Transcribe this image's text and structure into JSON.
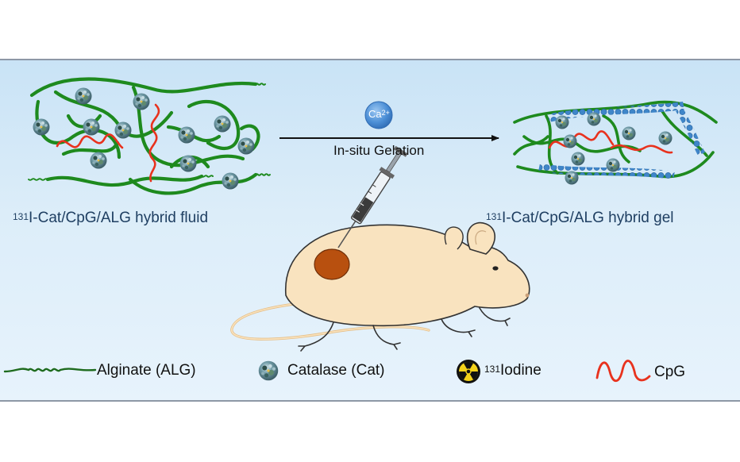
{
  "diagram": {
    "left_label": {
      "isotope": "131",
      "text": "I-Cat/CpG/ALG hybrid fluid"
    },
    "right_label": {
      "isotope": "131",
      "text": "I-Cat/CpG/ALG hybrid gel"
    },
    "step": {
      "ion_base": "Ca",
      "ion_charge": "2+",
      "caption": "In-situ Gelation"
    },
    "legend": {
      "alginate": "Alginate (ALG)",
      "catalase": "Catalase (Cat)",
      "iodine_isotope": "131",
      "iodine": "Iodine",
      "cpg": "CpG"
    },
    "icons": {
      "catalase": "catalase-protein-icon",
      "radiation": "radiation-hazard-icon",
      "syringe": "syringe-icon",
      "mouse": "mouse-icon"
    },
    "colors": {
      "alginate": "#1e8a1e",
      "cpg": "#e8321e",
      "ion": "#3d7fcf",
      "mouse_body": "#f9e3bf",
      "tumor": "#b8500f",
      "panel_bg": "#d2e8f8"
    }
  }
}
